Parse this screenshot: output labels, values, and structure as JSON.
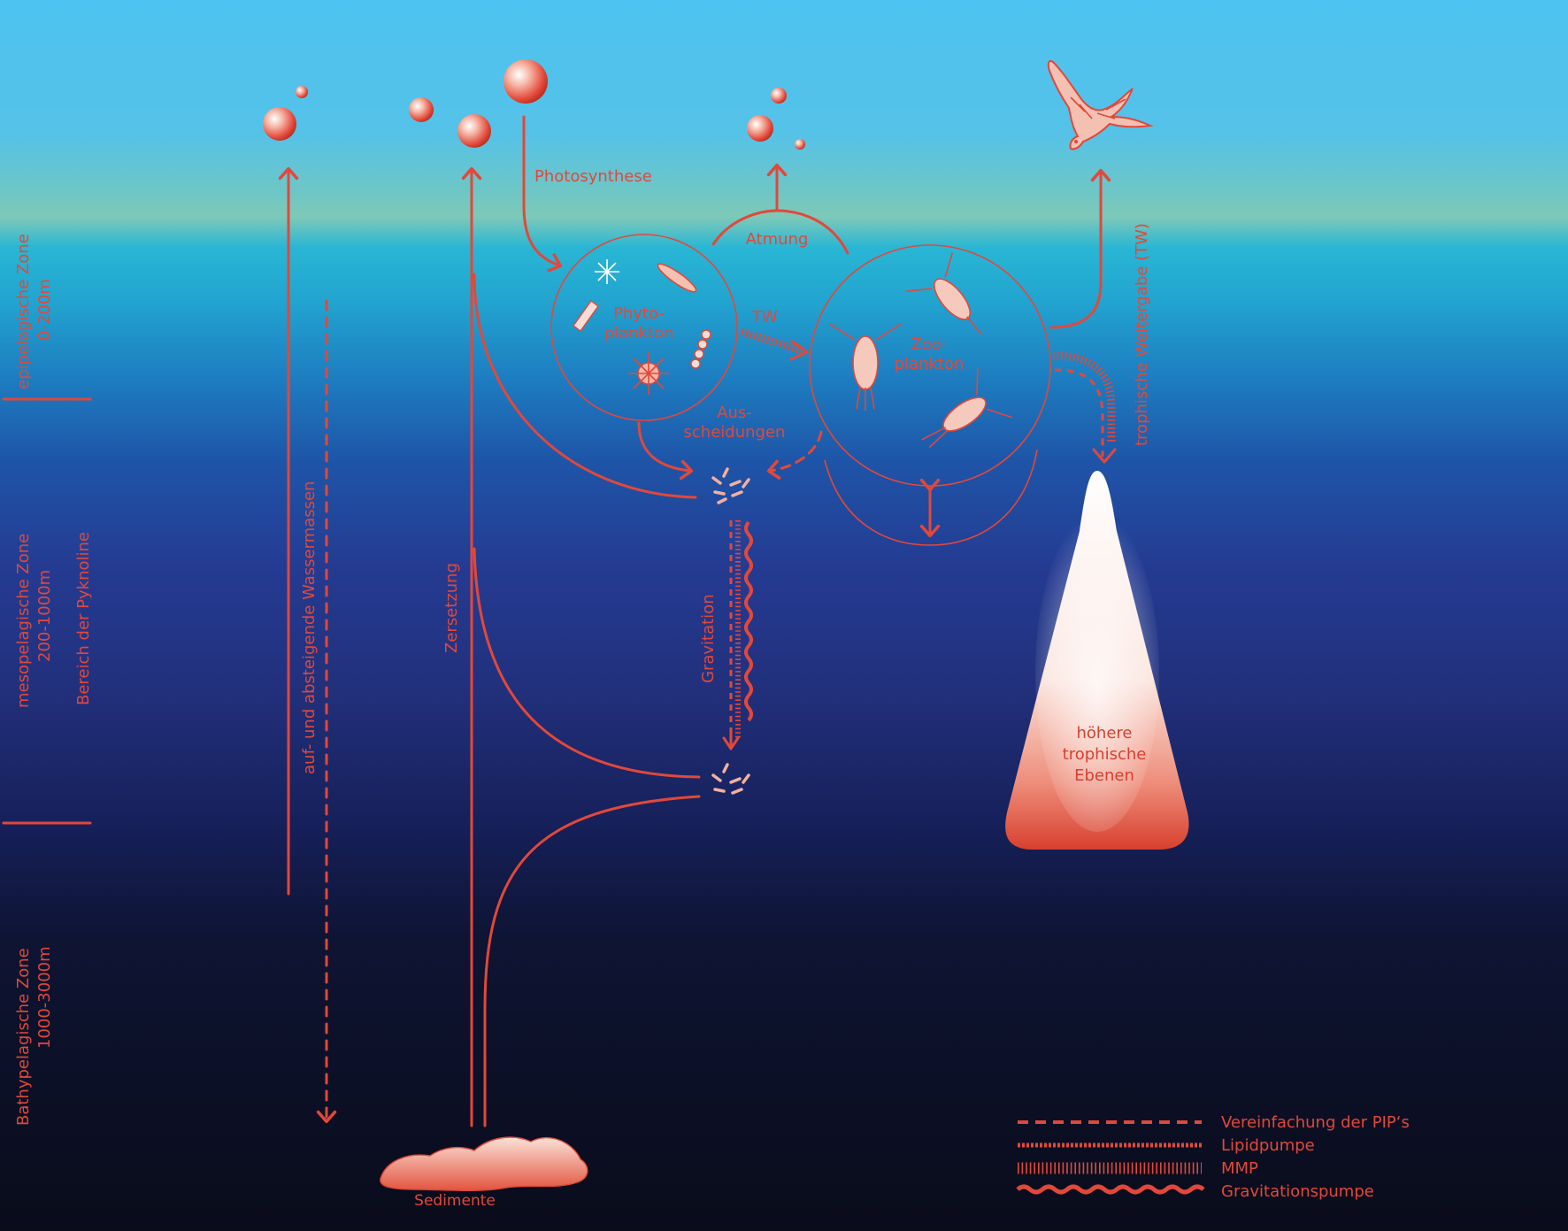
{
  "labels": {
    "photosynthese": "Photosynthese",
    "atmung": "Atmung",
    "tw": "TW",
    "phyto_1": "Phyto-",
    "phyto_2": "plankton",
    "zoo_1": "Zoo-",
    "zoo_2": "plankton",
    "aus_1": "Aus-",
    "aus_2": "scheidungen",
    "gravitation": "Gravitation",
    "zersetzung": "Zersetzung",
    "wassermassen": "auf- und absteigende Wassermassen",
    "trophische_tw": "trophische Weitergabe (TW)",
    "hoehere_1": "höhere",
    "hoehere_2": "trophische",
    "hoehere_3": "Ebenen",
    "sedimente": "Sedimente"
  },
  "zones": {
    "epi_1": "epipelagische Zone",
    "epi_2": "0-200m",
    "meso_1": "mesopelagische Zone",
    "meso_2": "200-1000m",
    "pyknokline": "Bereich der Pyknoline",
    "bathy_1": "Bathypelagische Zone",
    "bathy_2": "1000-3000m"
  },
  "legend": {
    "items": [
      {
        "style": "dashed",
        "label": "Vereinfachung der PIP‘s"
      },
      {
        "style": "dotted",
        "label": "Lipidpumpe"
      },
      {
        "style": "hatched",
        "label": "MMP"
      },
      {
        "style": "wavy",
        "label": "Gravitationspumpe"
      }
    ]
  },
  "colors": {
    "accent": "#e2483a",
    "water_top": "#4cc3f0",
    "water_bottom": "#0a0c1a"
  }
}
